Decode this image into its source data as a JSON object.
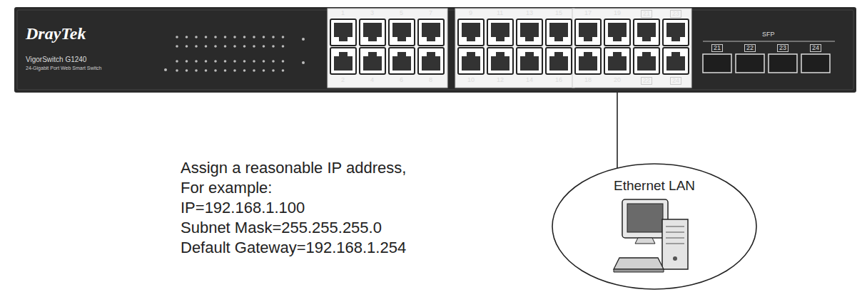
{
  "diagram": {
    "nodes": [
      {
        "text": [
          "DrayTek",
          "VigorSwitch G1240",
          "24-Gigabit Port Web Smart Switch"
        ]
      },
      {
        "text": [
          "Ethernet LAN"
        ]
      }
    ],
    "edges": [
      {
        "from": 0,
        "to": 1,
        "arrow": "none"
      }
    ],
    "labels": [
      "1",
      "3",
      "5",
      "7",
      "9",
      "11",
      "13",
      "15",
      "17",
      "19",
      "21",
      "23",
      "2",
      "4",
      "6",
      "8",
      "10",
      "12",
      "14",
      "16",
      "18",
      "20",
      "22",
      "24",
      "SFP",
      "21",
      "22",
      "23",
      "24",
      "Assign a reasonable IP address,",
      "For example:",
      "IP=192.168.1.100",
      "Subnet Mask=255.255.255.0",
      "Default Gateway=192.168.1.254"
    ]
  }
}
